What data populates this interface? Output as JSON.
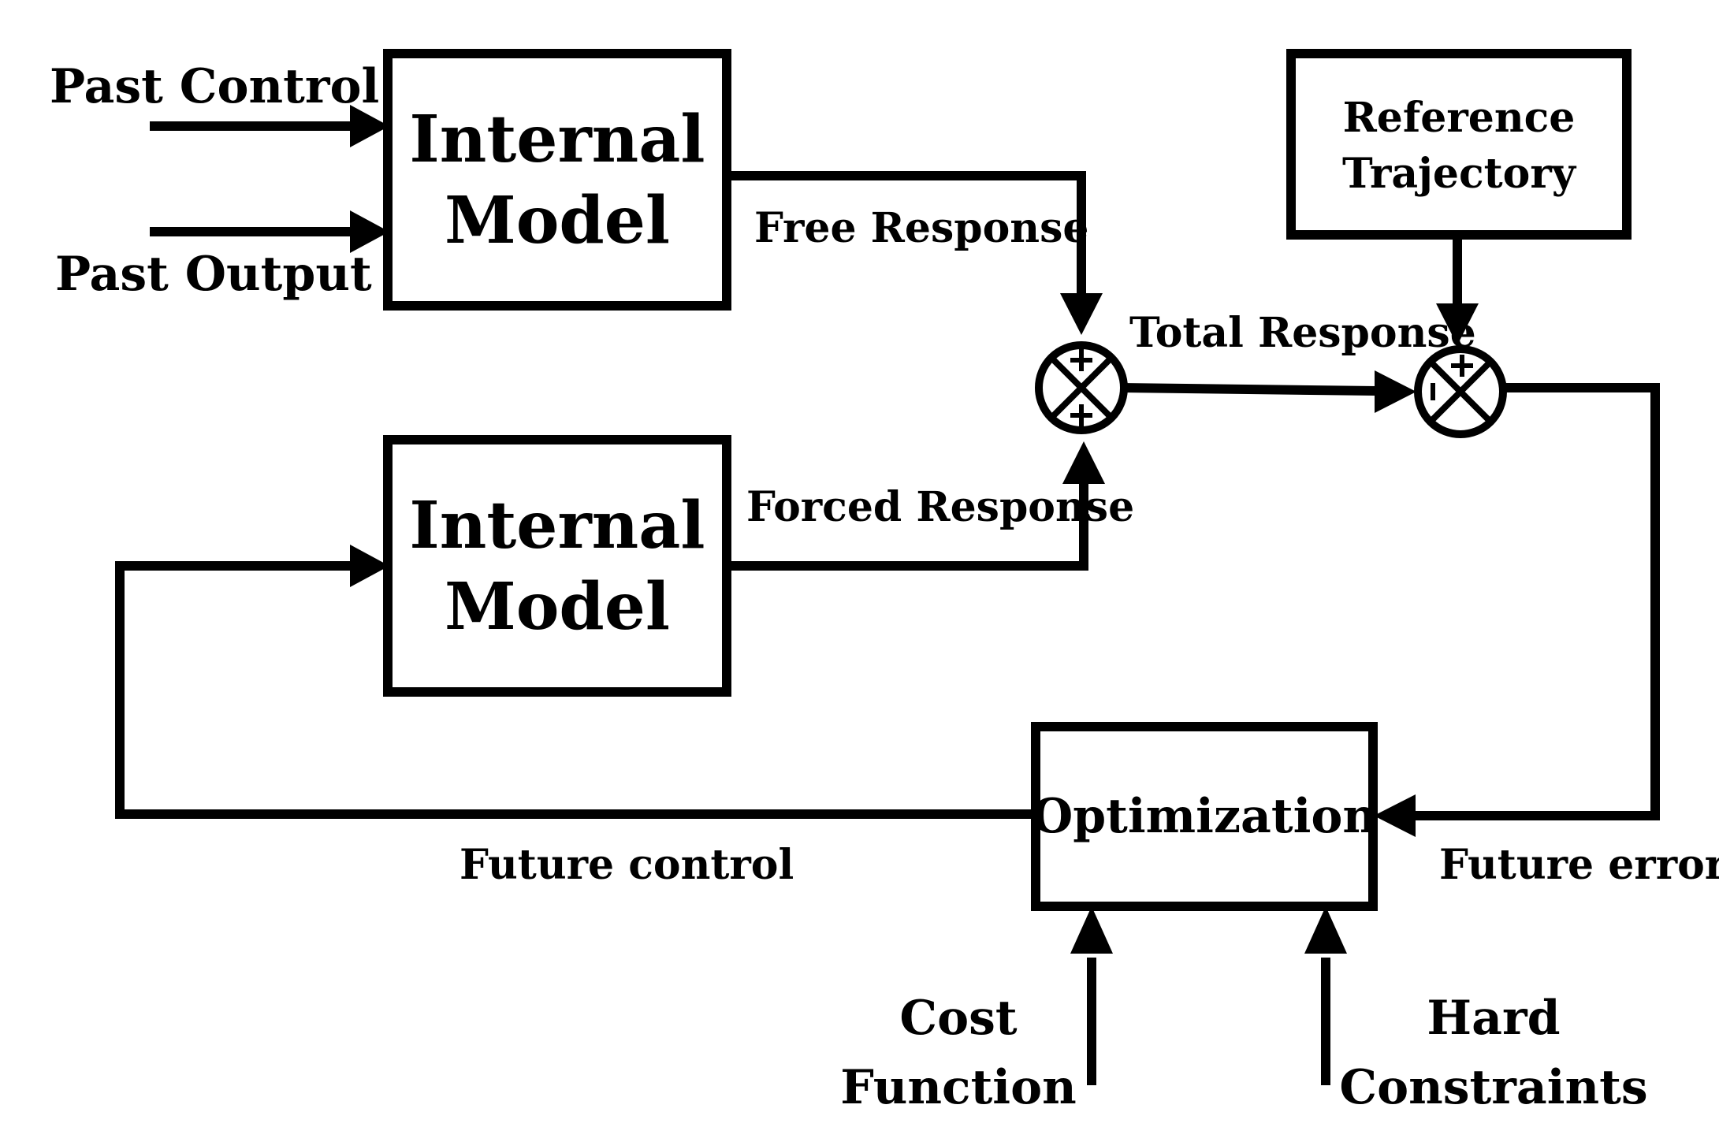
{
  "blocks": {
    "internal_model_top": {
      "line1": "Internal",
      "line2": "Model"
    },
    "internal_model_bottom": {
      "line1": "Internal",
      "line2": "Model"
    },
    "reference_trajectory": {
      "line1": "Reference",
      "line2": "Trajectory"
    },
    "optimization": {
      "label": "Optimization"
    }
  },
  "inputs": {
    "past_control": "Past Control",
    "past_output": "Past Output",
    "cost_function": {
      "line1": "Cost",
      "line2": "Function"
    },
    "hard_constraints": {
      "line1": "Hard",
      "line2": "Constraints"
    }
  },
  "signals": {
    "free_response": "Free Response",
    "forced_response": "Forced Response",
    "total_response": "Total Response",
    "future_control": "Future control",
    "future_error": "Future error"
  },
  "summing_junctions": {
    "response_sum": {
      "top_sign": "+",
      "bottom_sign": "+"
    },
    "error_sum": {
      "top_sign": "+",
      "left_sign": "-"
    }
  }
}
